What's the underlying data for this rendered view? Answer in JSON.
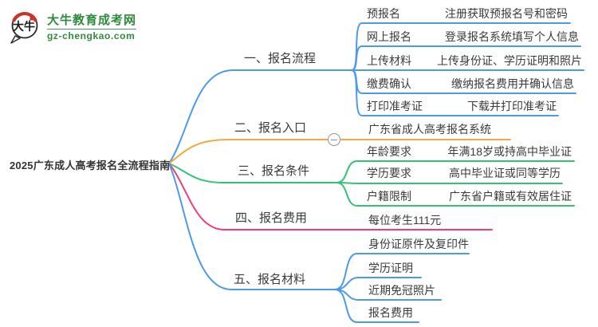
{
  "logo": {
    "badge_text": "大牛",
    "site_name": "大牛教育成考网",
    "site_domain": "gz-chengkao.com",
    "brand_green": "#2E8B3C",
    "badge_red": "#C9332B"
  },
  "root": {
    "label": "2025广东成人高考报名全流程指南"
  },
  "branches": [
    {
      "label": "一、报名流程",
      "color": "#4D9AE9",
      "children": [
        {
          "label": "预报名",
          "desc": "注册获取预报名号和密码"
        },
        {
          "label": "网上报名",
          "desc": "登录报名系统填写个人信息"
        },
        {
          "label": "上传材料",
          "desc": "上传身份证、学历证明和照片"
        },
        {
          "label": "缴费确认",
          "desc": "缴纳报名费用并确认信息"
        },
        {
          "label": "打印准考证",
          "desc": "下载并打印准考证"
        }
      ]
    },
    {
      "label": "二、报名入口",
      "color": "#F0A93A",
      "collapse_icon": "minus",
      "children": [
        {
          "label": "广东省成人高考报名系统"
        }
      ]
    },
    {
      "label": "三、报名条件",
      "color": "#35C177",
      "children": [
        {
          "label": "年龄要求",
          "desc": "年满18岁或持高中毕业证"
        },
        {
          "label": "学历要求",
          "desc": "高中毕业证或同等学历"
        },
        {
          "label": "户籍限制",
          "desc": "广东省户籍或有效居住证"
        }
      ]
    },
    {
      "label": "四、报名费用",
      "color": "#F03C78",
      "children": [
        {
          "label": "每位考生111元"
        }
      ]
    },
    {
      "label": "五、报名材料",
      "color": "#4D9AE9",
      "children": [
        {
          "label": "身份证原件及复印件"
        },
        {
          "label": "学历证明"
        },
        {
          "label": "近期免冠照片"
        },
        {
          "label": "报名费用"
        }
      ]
    }
  ]
}
